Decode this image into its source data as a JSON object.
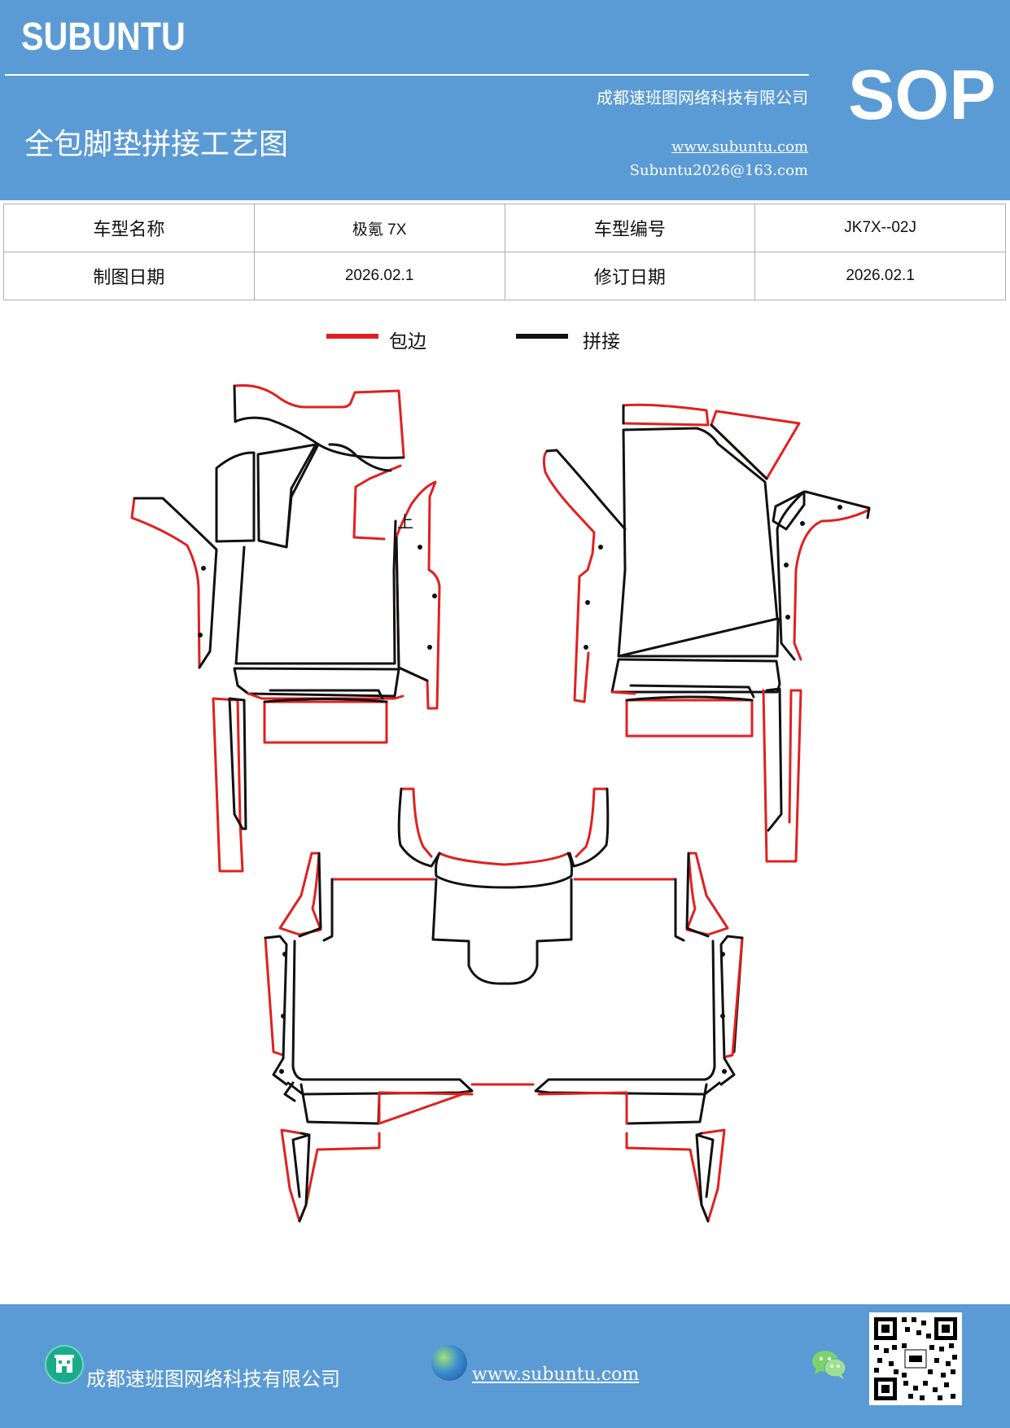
{
  "header": {
    "logo": "SUBUNTU",
    "company": "成都速班图网络科技有限公司",
    "title": "全包脚垫拼接工艺图",
    "website": "www.subuntu.com",
    "email": "Subuntu2026@163.com",
    "badge": "SOP"
  },
  "info": {
    "model_name_label": "车型名称",
    "model_name": "极氪 7X",
    "model_code_label": "车型编号",
    "model_code": "JK7X--02J",
    "draw_date_label": "制图日期",
    "draw_date": "2026.02.1",
    "rev_date_label": "修订日期",
    "rev_date": "2026.02.1"
  },
  "legend": {
    "edge_label": "包边",
    "edge_color": "#e02020",
    "join_label": "拼接",
    "join_color": "#111111"
  },
  "drawing": {
    "mark_text": "上"
  },
  "footer": {
    "company": "成都速班图网络科技有限公司",
    "website": "www.subuntu.com",
    "building_icon": "building-icon",
    "globe_icon": "globe-icon",
    "wechat_icon": "wechat-icon"
  }
}
